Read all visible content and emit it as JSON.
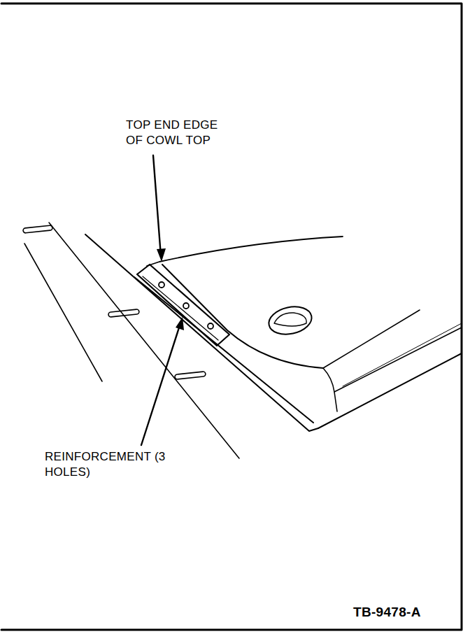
{
  "diagram": {
    "labels": [
      "TOP END EDGE OF COWL TOP",
      "REINFORCEMENT (3 HOLES)",
      "TB-9478-A"
    ]
  }
}
